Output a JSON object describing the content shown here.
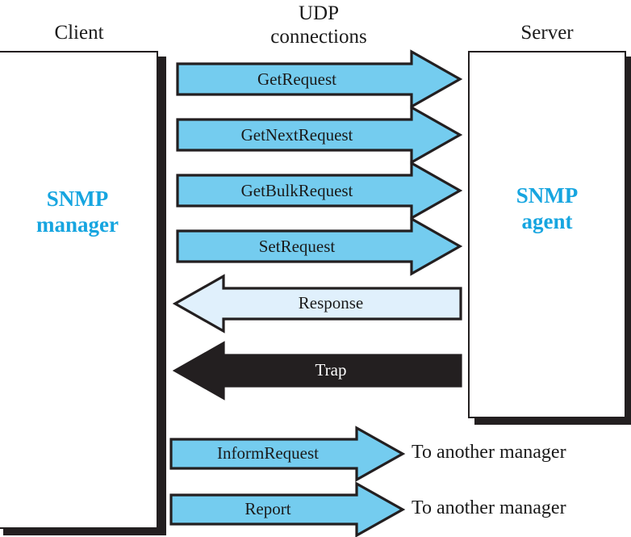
{
  "diagram": {
    "title_headings": {
      "client": "Client",
      "udp": "UDP\nconnections",
      "server": "Server"
    },
    "nodes": [
      {
        "id": "client",
        "label": "SNMP\nmanager",
        "text_color": "#16a5e0"
      },
      {
        "id": "server",
        "label": "SNMP\nagent",
        "text_color": "#16a5e0"
      }
    ],
    "palette": {
      "arrow_blue": "#74CCEF",
      "arrow_pale_blue": "#E0F0FC",
      "arrow_black": "#231f20",
      "outline": "#231f20",
      "node_text": "#16a5e0",
      "background": "#ffffff"
    },
    "messages": [
      {
        "id": "get-request",
        "label": "GetRequest",
        "direction": "right",
        "fill": "#74CCEF",
        "label_color": "#1a1a1a"
      },
      {
        "id": "get-next-request",
        "label": "GetNextRequest",
        "direction": "right",
        "fill": "#74CCEF",
        "label_color": "#1a1a1a"
      },
      {
        "id": "get-bulk-request",
        "label": "GetBulkRequest",
        "direction": "right",
        "fill": "#74CCEF",
        "label_color": "#1a1a1a"
      },
      {
        "id": "set-request",
        "label": "SetRequest",
        "direction": "right",
        "fill": "#74CCEF",
        "label_color": "#1a1a1a"
      },
      {
        "id": "response",
        "label": "Response",
        "direction": "left",
        "fill": "#E0F0FC",
        "label_color": "#1a1a1a"
      },
      {
        "id": "trap",
        "label": "Trap",
        "direction": "left",
        "fill": "#231f20",
        "label_color": "#ffffff"
      },
      {
        "id": "inform-request",
        "label": "InformRequest",
        "direction": "right",
        "fill": "#74CCEF",
        "label_color": "#1a1a1a"
      },
      {
        "id": "report",
        "label": "Report",
        "direction": "right",
        "fill": "#74CCEF",
        "label_color": "#1a1a1a"
      }
    ],
    "annotations": [
      {
        "id": "inform-target",
        "text": "To another manager"
      },
      {
        "id": "report-target",
        "text": "To another manager"
      }
    ]
  }
}
